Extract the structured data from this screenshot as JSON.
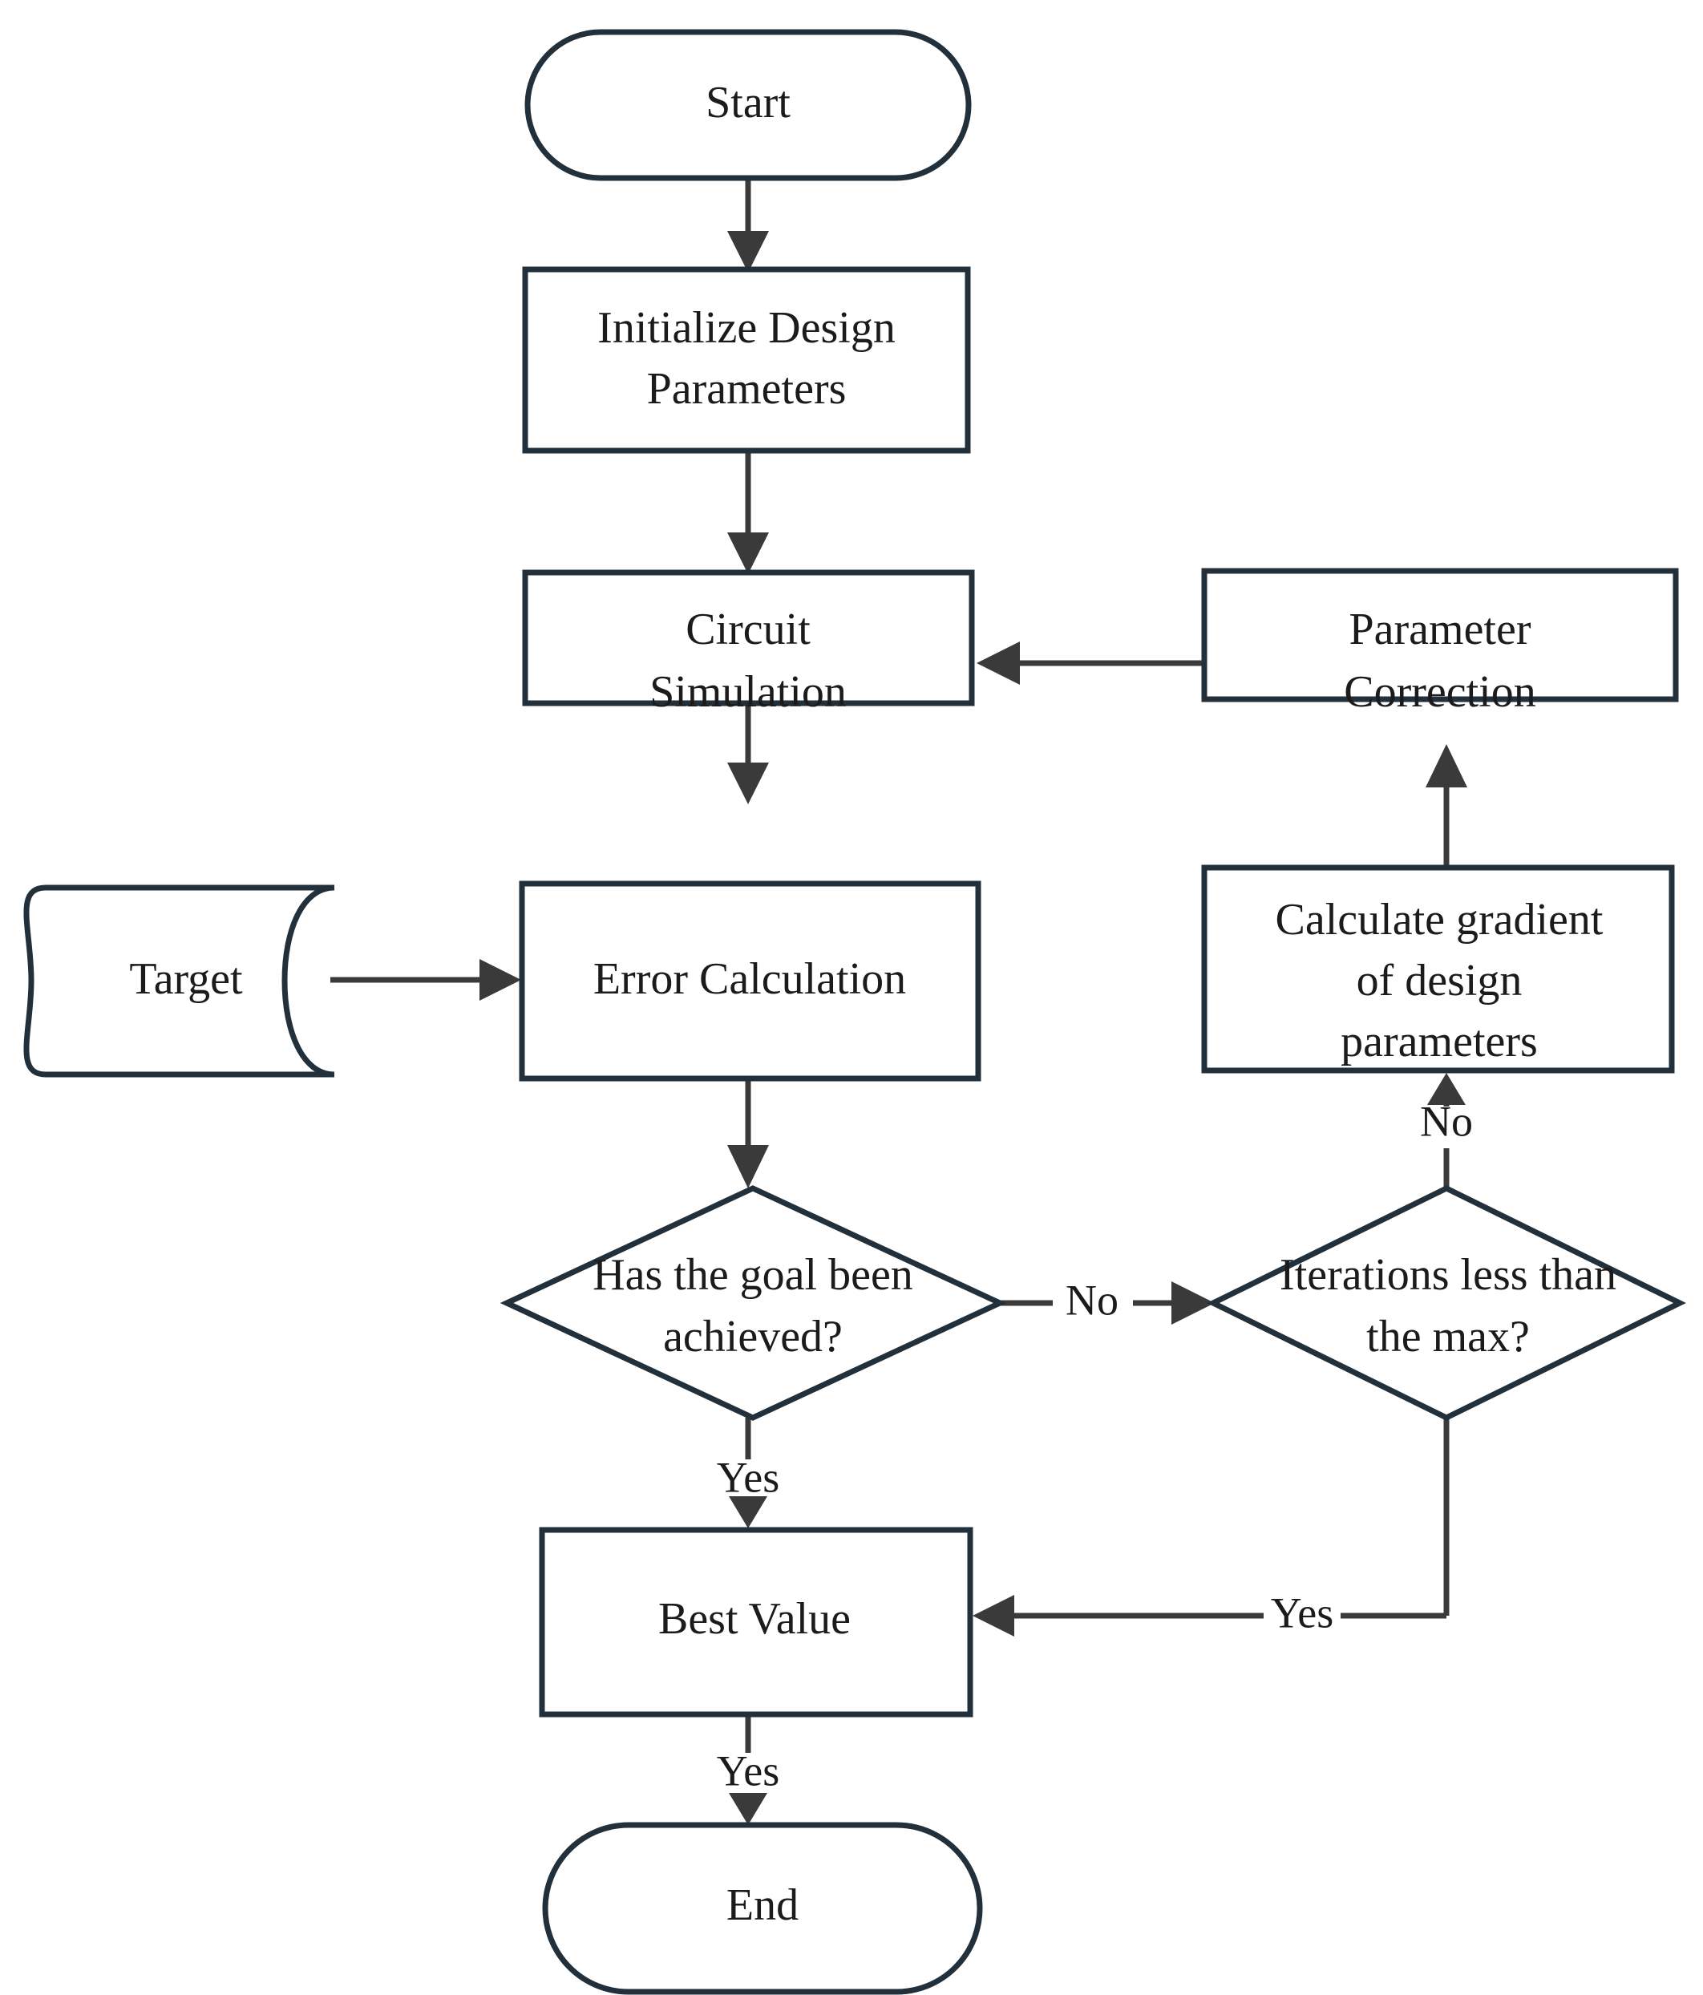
{
  "diagram": {
    "title": "Circuit design optimization flowchart",
    "background_color": "#ffffff",
    "shape_stroke_color": "#22303c",
    "connector_color": "#3a3a3a",
    "text_color": "#1b1b1b"
  },
  "nodes": {
    "start": {
      "label": "Start",
      "shape": "terminator"
    },
    "initialize": {
      "label_line1": "Initialize Design",
      "label_line2": "Parameters",
      "shape": "process"
    },
    "circuit_simulation": {
      "label_line1": "Circuit",
      "label_line2": "Simulation",
      "shape": "process"
    },
    "target": {
      "label": "Target",
      "shape": "database"
    },
    "error_calculation": {
      "label": "Error Calculation",
      "shape": "process"
    },
    "goal_decision": {
      "label_line1": "Has the goal been",
      "label_line2": "achieved?",
      "shape": "decision"
    },
    "iteration_decision": {
      "label_line1": "Iterations less than",
      "label_line2": "the max?",
      "shape": "decision"
    },
    "gradient": {
      "label_line1": "Calculate gradient",
      "label_line2": "of design",
      "label_line3": "parameters",
      "shape": "process"
    },
    "parameter_correction": {
      "label_line1": "Parameter",
      "label_line2": "Correction",
      "shape": "process"
    },
    "best_value": {
      "label": "Best Value",
      "shape": "process"
    },
    "end": {
      "label": "End",
      "shape": "terminator"
    }
  },
  "edge_labels": {
    "goal_no": "No",
    "goal_yes": "Yes",
    "iteration_no": "No",
    "iteration_yes": "Yes",
    "best_value_yes": "Yes"
  },
  "flow": [
    {
      "from": "start",
      "to": "initialize",
      "label": ""
    },
    {
      "from": "initialize",
      "to": "circuit_simulation",
      "label": ""
    },
    {
      "from": "circuit_simulation",
      "to": "error_calculation",
      "label": ""
    },
    {
      "from": "target",
      "to": "error_calculation",
      "label": ""
    },
    {
      "from": "error_calculation",
      "to": "goal_decision",
      "label": ""
    },
    {
      "from": "goal_decision",
      "to": "iteration_decision",
      "label": "No"
    },
    {
      "from": "goal_decision",
      "to": "best_value",
      "label": "Yes"
    },
    {
      "from": "iteration_decision",
      "to": "gradient",
      "label": "No"
    },
    {
      "from": "iteration_decision",
      "to": "best_value",
      "label": "Yes"
    },
    {
      "from": "gradient",
      "to": "parameter_correction",
      "label": ""
    },
    {
      "from": "parameter_correction",
      "to": "circuit_simulation",
      "label": ""
    },
    {
      "from": "best_value",
      "to": "end",
      "label": "Yes"
    }
  ]
}
